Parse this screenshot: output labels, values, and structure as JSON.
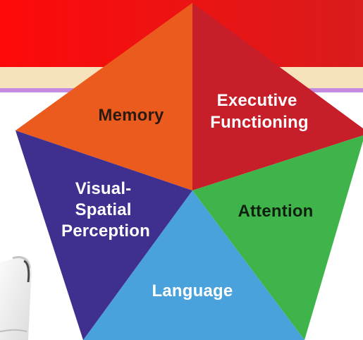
{
  "diagram": {
    "segments": [
      {
        "id": "memory",
        "lines": [
          "Memory"
        ],
        "color": "#ec5b1e",
        "text_color": "#2a1a10"
      },
      {
        "id": "executive-functioning",
        "lines": [
          "Executive",
          "Functioning"
        ],
        "color": "#c71f2a",
        "text_color": "#ffffff"
      },
      {
        "id": "attention",
        "lines": [
          "Attention"
        ],
        "color": "#3fb44a",
        "text_color": "#10200f"
      },
      {
        "id": "language",
        "lines": [
          "Language"
        ],
        "color": "#4aa2dc",
        "text_color": "#ffffff"
      },
      {
        "id": "visual-spatial-perception",
        "lines": [
          "Visual-",
          "Spatial",
          "Perception"
        ],
        "color": "#3f2f8e",
        "text_color": "#ffffff"
      }
    ]
  },
  "background": {
    "banner_color": "#e4121b",
    "stripe_color": "#f6e3bb",
    "accent_line_color": "#c58be0"
  }
}
